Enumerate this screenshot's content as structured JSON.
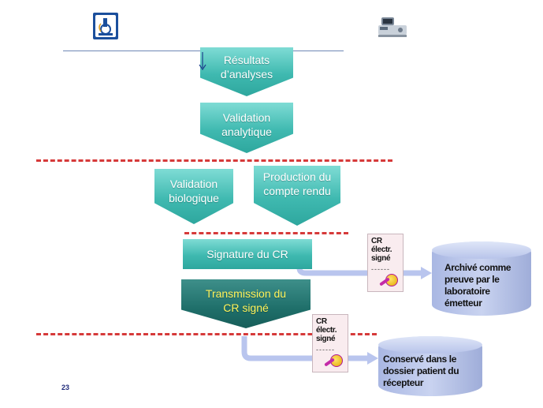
{
  "flow": {
    "resultats": "Résultats d’analyses",
    "validation_analytique": "Validation analytique",
    "validation_biologique": "Validation biologique",
    "production": "Production du compte rendu",
    "signature": "Signature du CR",
    "transmission": "Transmission du CR signé"
  },
  "documents": [
    {
      "label": "CR électr. signé",
      "signature_line": "------"
    },
    {
      "label": "CR électr. signé",
      "signature_line": "------"
    }
  ],
  "storage": {
    "emetteur": "Archivé comme preuve par le laboratoire émetteur",
    "recepteur": "Conservé dans le dossier patient du récepteur"
  },
  "slide_number": "23",
  "icons": {
    "left": "lab-microscope-logo-icon",
    "right": "analyzer-instrument-icon"
  },
  "colors": {
    "teal": "#3fb9b0",
    "dark_teal": "#1f6f6a",
    "highlight_text": "#fff35a",
    "separator_red": "#d63a3a",
    "connector": "#b9c5ee"
  }
}
